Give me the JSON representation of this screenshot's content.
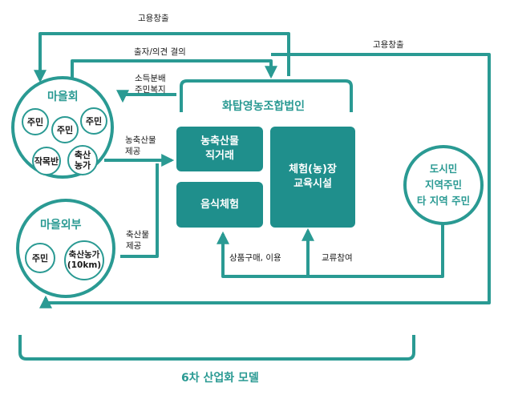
{
  "nodes": {
    "village_title": "마을회",
    "village_members": {
      "resident1": "주민",
      "resident2": "주민",
      "resident3": "주민",
      "farmer_group": "작목반",
      "livestock_farm": "축산\n농가"
    },
    "outside_title": "마을외부",
    "outside_members": {
      "resident": "주민",
      "livestock_farm": "축산농가\n(10km)"
    },
    "corporation_title": "화탑영농조합법인",
    "direct_sales": "농축산물\n직거래",
    "food_experience": "음식체험",
    "experience_facility": "체험(농)장\n교육시설",
    "city_residents": "도시민\n지역주민\n타 지역 주민"
  },
  "flows": {
    "job_creation_top": "고용창출",
    "job_creation_right": "고용창출",
    "investment": "출자/의견 결의",
    "income_welfare": "소득분배\n주민복지",
    "produce_supply": "농축산물\n제공",
    "livestock_supply": "축산물\n제공",
    "purchase_use": "상품구매, 이용",
    "exchange_participation": "교류참여"
  },
  "footer": "6차 산업화 모델",
  "colors": {
    "accent": "#2a9a93",
    "box_fill": "#1f8f8c"
  }
}
